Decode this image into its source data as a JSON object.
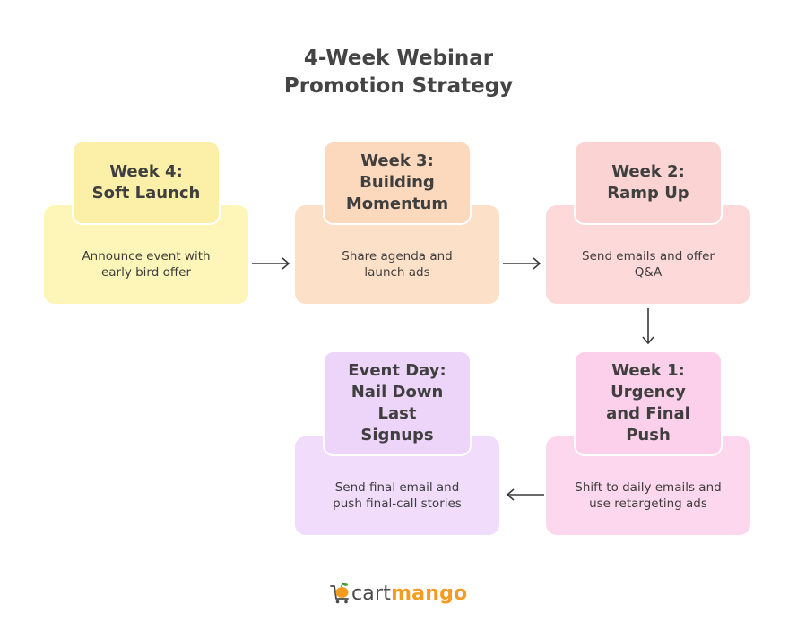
{
  "title": {
    "line1": "4-Week Webinar",
    "line2": "Promotion Strategy"
  },
  "colors": {
    "yellow": "#fdf6b8",
    "yellow_tab": "#fcf0a8",
    "peach": "#fde0c8",
    "peach_tab": "#fcd9bd",
    "pink": "#fdd9d9",
    "pink_tab": "#fcd3d3",
    "magenta": "#fdd7ee",
    "magenta_tab": "#fcd0ea",
    "lavender": "#f1dcfb",
    "lavender_tab": "#edd5fa",
    "arrow": "#3a3a3a",
    "brand_orange": "#f39c1f"
  },
  "stages": [
    {
      "title": "Week 4:\nSoft Launch",
      "description": "Announce event with\nearly bird offer"
    },
    {
      "title": "Week 3:\nBuilding\nMomentum",
      "description": "Share agenda and\nlaunch ads"
    },
    {
      "title": "Week 2:\nRamp Up",
      "description": "Send emails and offer\nQ&A"
    },
    {
      "title": "Week 1:\nUrgency\nand Final\nPush",
      "description": "Shift to daily emails and\nuse retargeting ads"
    },
    {
      "title": "Event Day:\nNail Down\nLast\nSignups",
      "description": "Send final email and\npush final-call stories"
    }
  ],
  "brand": {
    "part1": "cart",
    "part2": "mango",
    "icon": "mango-cart-icon"
  }
}
